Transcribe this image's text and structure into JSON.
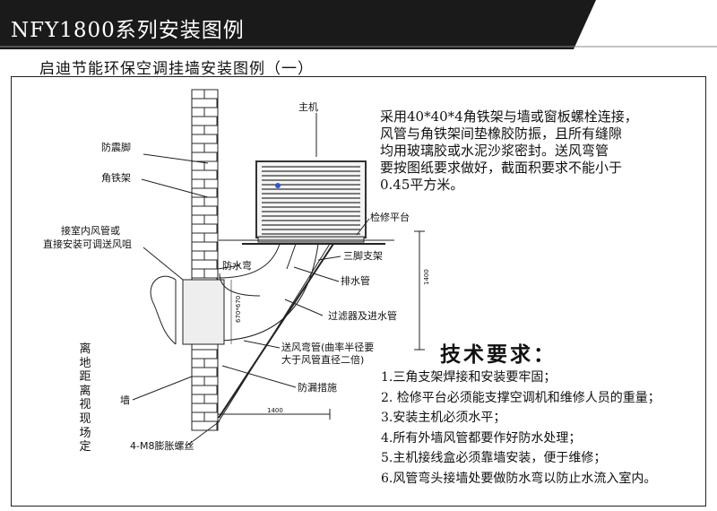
{
  "header": {
    "title": "NFY1800系列安装图例"
  },
  "subtitle": "启迪节能环保空调挂墙安装图例（一）",
  "description": [
    "采用40*40*4角铁架与墙或窗板螺栓连接，",
    "风管与角铁架间垫橡胶防振，且所有缝隙",
    "均用玻璃胶或水泥沙浆密封。送风弯管",
    "要按图纸要求做好，截面积要求不能小于",
    "0.45平方米。"
  ],
  "labels": {
    "main_unit": "主机",
    "anti_vibration_foot": "防震脚",
    "angle_iron_frame": "角铁架",
    "indoor_duct_line1": "接室内风管或",
    "indoor_duct_line2": "直接安装可调送风咀",
    "waterproof_bend": "防水弯",
    "service_platform": "检修平台",
    "tripod_bracket": "三脚支架",
    "drain_pipe": "排水管",
    "filter_water_inlet": "过滤器及进水管",
    "duct_bend_line1": "送风弯管(曲率半径要",
    "duct_bend_line2": "大于风管直径二倍)",
    "leak_prevention": "防漏措施",
    "wall": "墙",
    "expansion_bolt": "4-M8膨胀螺丝",
    "ground_clearance": "离地距离视现场定",
    "dim_height": "1400",
    "dim_width": "1400",
    "dim_duct": "670*670"
  },
  "requirements": {
    "title": "技术要求：",
    "items": [
      "1.三角支架焊接和安装要牢固；",
      "2. 检修平台必须能支撑空调机和维修人员的重量；",
      "3.安装主机必须水平；",
      "4.所有外墙风管都要作好防水处理；",
      "5.主机接线盒必须靠墙安装，便于维修；",
      "6.风管弯头接墙处要做防水弯以防止水流入室内。"
    ]
  },
  "colors": {
    "title_bar": "#1a1a1a",
    "line": "#222222",
    "wall": "#2a2a2a",
    "unit": "#333333"
  }
}
